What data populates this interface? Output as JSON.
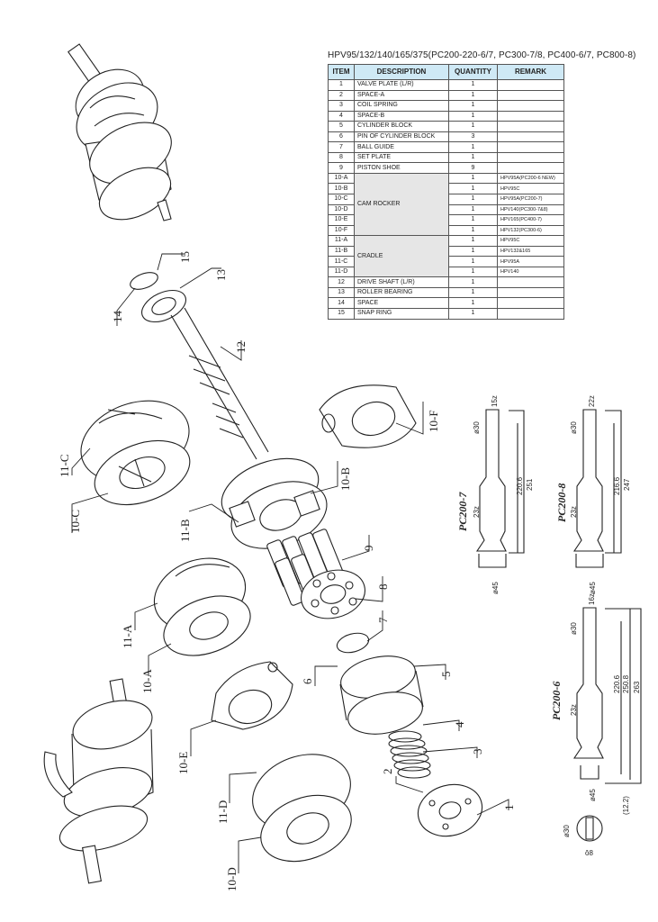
{
  "title": "HPV95/132/140/165/375(PC200-220-6/7, PC300-7/8, PC400-6/7, PC800-8)",
  "table": {
    "headers": [
      "ITEM",
      "DESCRIPTION",
      "QUANTITY",
      "REMARK"
    ],
    "rows": [
      {
        "item": "1",
        "desc": "VALVE PLATE (L/R)",
        "qty": "1",
        "remark": ""
      },
      {
        "item": "2",
        "desc": "SPACE-A",
        "qty": "1",
        "remark": ""
      },
      {
        "item": "3",
        "desc": "COIL SPRING",
        "qty": "1",
        "remark": ""
      },
      {
        "item": "4",
        "desc": "SPACE-B",
        "qty": "1",
        "remark": ""
      },
      {
        "item": "5",
        "desc": "CYLINDER BLOCK",
        "qty": "1",
        "remark": ""
      },
      {
        "item": "6",
        "desc": "PIN OF CYLINDER BLOCK",
        "qty": "3",
        "remark": ""
      },
      {
        "item": "7",
        "desc": "BALL GUIDE",
        "qty": "1",
        "remark": ""
      },
      {
        "item": "8",
        "desc": "SET PLATE",
        "qty": "1",
        "remark": ""
      },
      {
        "item": "9",
        "desc": "PISTON SHOE",
        "qty": "9",
        "remark": ""
      },
      {
        "item": "10-A",
        "desc": "CAM ROCKER",
        "qty": "1",
        "remark": "HPV95A(PC200-6 NEW)"
      },
      {
        "item": "10-B",
        "desc": "",
        "qty": "1",
        "remark": "HPV95C"
      },
      {
        "item": "10-C",
        "desc": "",
        "qty": "1",
        "remark": "HPV95A(PC200-7)"
      },
      {
        "item": "10-D",
        "desc": "",
        "qty": "1",
        "remark": "HPV140(PC300-7&8)"
      },
      {
        "item": "10-E",
        "desc": "",
        "qty": "1",
        "remark": "HPV165(PC400-7)"
      },
      {
        "item": "10-F",
        "desc": "",
        "qty": "1",
        "remark": "HPV132(PC300-6)"
      },
      {
        "item": "11-A",
        "desc": "CRADLE",
        "qty": "1",
        "remark": "HPV95C"
      },
      {
        "item": "11-B",
        "desc": "",
        "qty": "1",
        "remark": "HPV132&165"
      },
      {
        "item": "11-C",
        "desc": "",
        "qty": "1",
        "remark": "HPV95A"
      },
      {
        "item": "11-D",
        "desc": "",
        "qty": "1",
        "remark": "HPV140"
      },
      {
        "item": "12",
        "desc": "DRIVE SHAFT (L/R)",
        "qty": "1",
        "remark": ""
      },
      {
        "item": "13",
        "desc": "ROLLER BEARING",
        "qty": "1",
        "remark": ""
      },
      {
        "item": "14",
        "desc": "SPACE",
        "qty": "1",
        "remark": ""
      },
      {
        "item": "15",
        "desc": "SNAP RING",
        "qty": "1",
        "remark": ""
      }
    ]
  },
  "callouts": {
    "c15": "15",
    "c13": "13",
    "c14": "14",
    "c12": "12",
    "c10f": "10-F",
    "c11c": "11-C",
    "c10c": "10-C",
    "c10b": "10-B",
    "c11b": "11-B",
    "c9": "9",
    "c8": "8",
    "c7": "7",
    "c11a": "11-A",
    "c10a": "10-A",
    "c6": "6",
    "c5": "5",
    "c4": "4",
    "c3": "3",
    "c2": "2",
    "c1": "1",
    "c10e": "10-E",
    "c11d": "11-D",
    "c10d": "10-D"
  },
  "shafts": [
    {
      "name": "PC200-7",
      "dims": [
        "15z",
        "ø30",
        "220.6",
        "251",
        "23z",
        "ø45"
      ]
    },
    {
      "name": "PC200-8",
      "dims": [
        "22z",
        "ø30",
        "216.6",
        "247",
        "23z",
        "ø45"
      ]
    },
    {
      "name": "PC200-6",
      "dims": [
        "16z",
        "ø30",
        "220.6",
        "250.8",
        "263",
        "23z",
        "ø45",
        "ø30",
        "(12.2)",
        "ô8"
      ]
    }
  ]
}
